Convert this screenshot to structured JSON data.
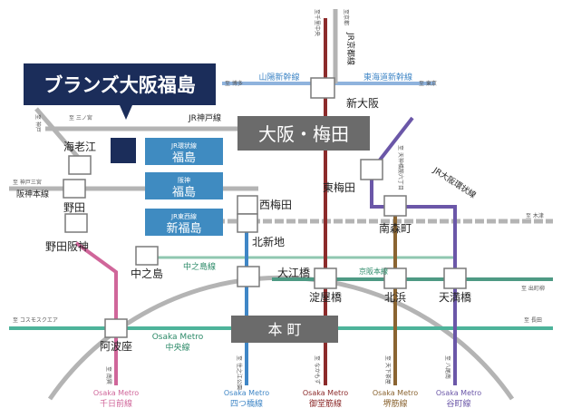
{
  "colors": {
    "jr": "#b4b4b4",
    "shinkansen": "#8fb3dd",
    "chuo": "#4db39a",
    "midosuji": "#8c2b2b",
    "yotsubashi": "#3f86c6",
    "sakaisuji": "#8a6431",
    "tanimachi": "#6b57a8",
    "sennichimae": "#d0669a",
    "keihan": "#4e9a84",
    "nakanoshima": "#8fc7b0",
    "navy": "#1b2d5a",
    "box": "#3f8bc1",
    "hub": "#6b6b6b"
  },
  "property": {
    "name": "ブランズ大阪福島"
  },
  "hubs": {
    "umeda": "大阪・梅田",
    "honmachi": "本 町"
  },
  "highlight_stations": [
    {
      "line": "JR環状線",
      "name": "福島"
    },
    {
      "line": "阪神",
      "name": "福島"
    },
    {
      "line": "JR東西線",
      "name": "新福島"
    }
  ],
  "stations": {
    "shin_osaka": "新大阪",
    "ebie": "海老江",
    "noda": "野田",
    "noda_hanshin": "野田阪神",
    "nakanoshima": "中之島",
    "awaza": "阿波座",
    "nishi_umeda": "西梅田",
    "kita_shinchi": "北新地",
    "higobashi": "大江橋",
    "yodoyabashi": "淀屋橋",
    "kitahama": "北浜",
    "tenmabashi": "天満橋",
    "temma": "東梅田",
    "minami_morimachi": "南森町"
  },
  "lines": {
    "jr_kobe": "JR神戸線",
    "sanyo_shinkansen": "山陽新幹線",
    "tokaido_shinkansen": "東海道新幹線",
    "jr_kyoto": "JR京都線",
    "jr_tozai": "JR東西線",
    "jr_osaka_loop": "JR大阪環状線",
    "hanshin": "阪神本線",
    "nakanoshima": "中之島線",
    "keihan": "京阪本線",
    "metro_chuo": [
      "Osaka Metro",
      "中央線"
    ],
    "metro_yotsubashi": [
      "Osaka Metro",
      "四つ橋線"
    ],
    "metro_midosuji": [
      "Osaka Metro",
      "御堂筋線"
    ],
    "metro_sakaisuji": [
      "Osaka Metro",
      "堺筋線"
    ],
    "metro_tanimachi": [
      "Osaka Metro",
      "谷町線"
    ],
    "metro_sennichimae": [
      "Osaka Metro",
      "千日前線"
    ]
  },
  "directions": {
    "senri_chuo": "至千里中央",
    "kyoto": "至京都",
    "hakata": "至 博多",
    "tokyo": "至 東京",
    "sannomiya_jr": "至 三ノ宮",
    "sannomiya_hanshin": "至 神戸三宮",
    "kobe": "至 神戸",
    "tenjinbashi": "至 天神橋筋六丁目",
    "kizu": "至 木津",
    "demachiyanagi": "至 出町柳",
    "nagata": "至 長田",
    "cosmosquare": "至 コスモスクエア",
    "nanko": "至 南巽",
    "suminoe": "至 住之江公園",
    "nakamozu": "至 なかもず",
    "tengachaya": "至 天下茶屋",
    "yao": "至 八尾南"
  }
}
